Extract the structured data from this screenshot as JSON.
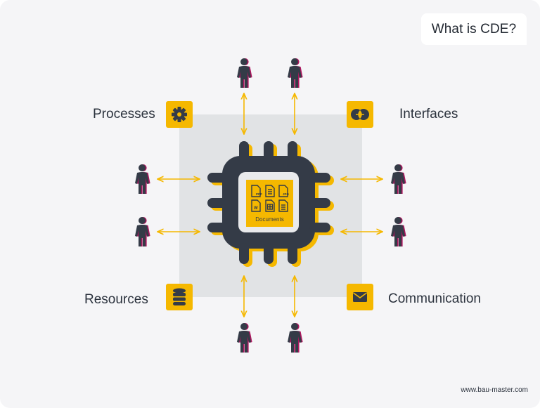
{
  "title": "What is CDE?",
  "categories": {
    "processes": {
      "label": "Processes",
      "icon": "gear-icon"
    },
    "interfaces": {
      "label": "Interfaces",
      "icon": "interface-circles-icon"
    },
    "resources": {
      "label": "Resources",
      "icon": "database-icon"
    },
    "communication": {
      "label": "Communication",
      "icon": "envelope-icon"
    }
  },
  "center": {
    "label": "Documents",
    "file_types": [
      "PDF",
      "",
      "JPG",
      "W",
      "",
      ""
    ]
  },
  "website": "www.bau-master.com",
  "colors": {
    "background": "#f5f5f7",
    "accent": "#f5b800",
    "dark": "#343b47",
    "square": "#e1e3e5",
    "person_shadow": "#c2185b"
  }
}
